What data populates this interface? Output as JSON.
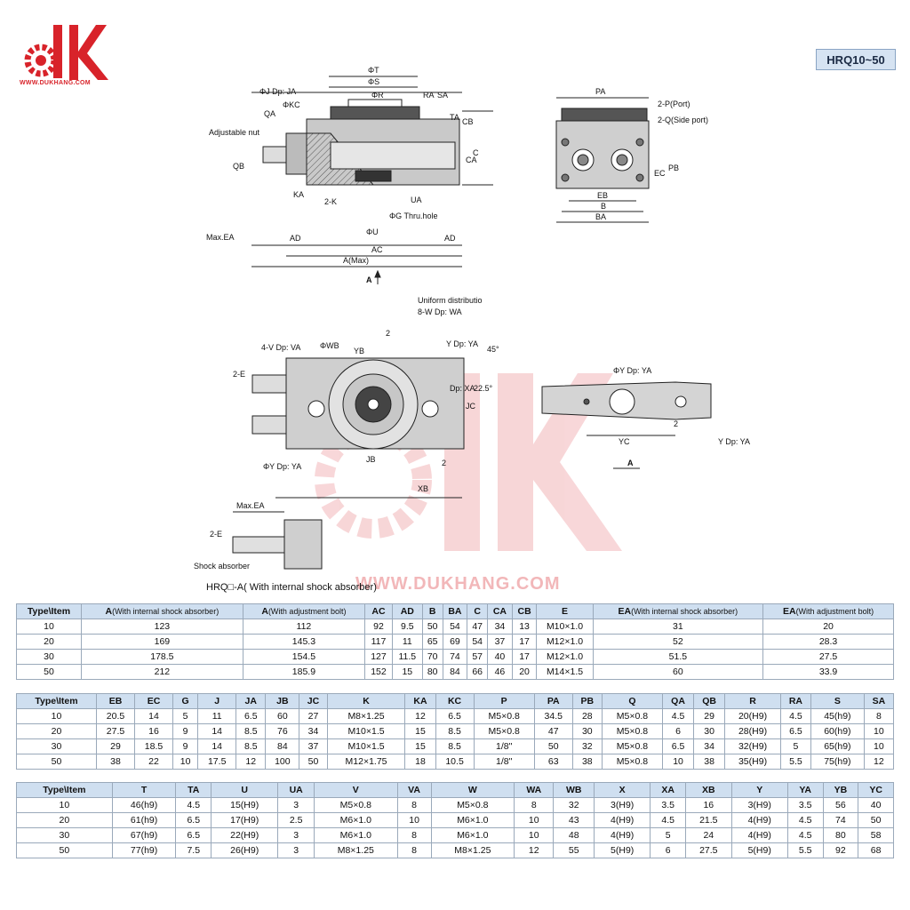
{
  "brand": {
    "logo_text": "dk",
    "url": "WWW.DUKHANG.COM",
    "watermark": "WWW.DUKHANG.COM",
    "color": "#d8232a"
  },
  "series_badge": "HRQ10~50",
  "drawing_labels": {
    "top_view": [
      "ΦT",
      "ΦS",
      "ΦR",
      "ΦJ Dp: JA",
      "ΦKC",
      "QA",
      "RA",
      "SA",
      "TA",
      "CB",
      "CA",
      "C",
      "Adjustable nut",
      "QB",
      "KA",
      "2-K",
      "UA",
      "ΦG Thru.hole",
      "ΦU",
      "Max.EA",
      "AD",
      "AD",
      "AC",
      "A(Max)",
      "A"
    ],
    "side_view": [
      "PA",
      "2-P(Port)",
      "2-Q(Side port)",
      "EC",
      "PB",
      "EB",
      "B",
      "BA"
    ],
    "front_view": [
      "Uniform distributio",
      "8-W Dp: WA",
      "4-V Dp: VA",
      "ΦWB",
      "YB",
      "2",
      "Y Dp: YA",
      "45°",
      "2-E",
      "Dp: XA",
      "22.5°",
      "JC",
      "ΦY Dp: YA",
      "JB",
      "2",
      "XB"
    ],
    "shaft_view": [
      "ΦY Dp: YA",
      "2",
      "YC",
      "Y Dp: YA",
      "A"
    ],
    "absorber_view": [
      "Max.EA",
      "2-E",
      "Shock absorber"
    ]
  },
  "caption": "HRQ□-A( With internal shock absorber)",
  "table1": {
    "headers": [
      "Type\\Item",
      "A",
      "(With internal shock absorber)",
      "A",
      "(With adjustment bolt)",
      "AC",
      "AD",
      "B",
      "BA",
      "C",
      "CA",
      "CB",
      "E",
      "EA",
      "(With internal shock absorber)",
      "EA",
      "(With adjustment bolt)"
    ],
    "rows": [
      [
        "10",
        "123",
        "112",
        "92",
        "9.5",
        "50",
        "54",
        "47",
        "34",
        "13",
        "M10×1.0",
        "31",
        "20"
      ],
      [
        "20",
        "169",
        "145.3",
        "117",
        "11",
        "65",
        "69",
        "54",
        "37",
        "17",
        "M12×1.0",
        "52",
        "28.3"
      ],
      [
        "30",
        "178.5",
        "154.5",
        "127",
        "11.5",
        "70",
        "74",
        "57",
        "40",
        "17",
        "M12×1.0",
        "51.5",
        "27.5"
      ],
      [
        "50",
        "212",
        "185.9",
        "152",
        "15",
        "80",
        "84",
        "66",
        "46",
        "20",
        "M14×1.5",
        "60",
        "33.9"
      ]
    ]
  },
  "table2": {
    "headers": [
      "Type\\Item",
      "EB",
      "EC",
      "G",
      "J",
      "JA",
      "JB",
      "JC",
      "K",
      "KA",
      "KC",
      "P",
      "PA",
      "PB",
      "Q",
      "QA",
      "QB",
      "R",
      "RA",
      "S",
      "SA"
    ],
    "rows": [
      [
        "10",
        "20.5",
        "14",
        "5",
        "11",
        "6.5",
        "60",
        "27",
        "M8×1.25",
        "12",
        "6.5",
        "M5×0.8",
        "34.5",
        "28",
        "M5×0.8",
        "4.5",
        "29",
        "20(H9)",
        "4.5",
        "45(h9)",
        "8"
      ],
      [
        "20",
        "27.5",
        "16",
        "9",
        "14",
        "8.5",
        "76",
        "34",
        "M10×1.5",
        "15",
        "8.5",
        "M5×0.8",
        "47",
        "30",
        "M5×0.8",
        "6",
        "30",
        "28(H9)",
        "6.5",
        "60(h9)",
        "10"
      ],
      [
        "30",
        "29",
        "18.5",
        "9",
        "14",
        "8.5",
        "84",
        "37",
        "M10×1.5",
        "15",
        "8.5",
        "1/8\"",
        "50",
        "32",
        "M5×0.8",
        "6.5",
        "34",
        "32(H9)",
        "5",
        "65(h9)",
        "10"
      ],
      [
        "50",
        "38",
        "22",
        "10",
        "17.5",
        "12",
        "100",
        "50",
        "M12×1.75",
        "18",
        "10.5",
        "1/8\"",
        "63",
        "38",
        "M5×0.8",
        "10",
        "38",
        "35(H9)",
        "5.5",
        "75(h9)",
        "12"
      ]
    ]
  },
  "table3": {
    "headers": [
      "Type\\Item",
      "T",
      "TA",
      "U",
      "UA",
      "V",
      "VA",
      "W",
      "WA",
      "WB",
      "X",
      "XA",
      "XB",
      "Y",
      "YA",
      "YB",
      "YC"
    ],
    "rows": [
      [
        "10",
        "46(h9)",
        "4.5",
        "15(H9)",
        "3",
        "M5×0.8",
        "8",
        "M5×0.8",
        "8",
        "32",
        "3(H9)",
        "3.5",
        "16",
        "3(H9)",
        "3.5",
        "56",
        "40"
      ],
      [
        "20",
        "61(h9)",
        "6.5",
        "17(H9)",
        "2.5",
        "M6×1.0",
        "10",
        "M6×1.0",
        "10",
        "43",
        "4(H9)",
        "4.5",
        "21.5",
        "4(H9)",
        "4.5",
        "74",
        "50"
      ],
      [
        "30",
        "67(h9)",
        "6.5",
        "22(H9)",
        "3",
        "M6×1.0",
        "8",
        "M6×1.0",
        "10",
        "48",
        "4(H9)",
        "5",
        "24",
        "4(H9)",
        "4.5",
        "80",
        "58"
      ],
      [
        "50",
        "77(h9)",
        "7.5",
        "26(H9)",
        "3",
        "M8×1.25",
        "8",
        "M8×1.25",
        "12",
        "55",
        "5(H9)",
        "6",
        "27.5",
        "5(H9)",
        "5.5",
        "92",
        "68"
      ]
    ]
  }
}
